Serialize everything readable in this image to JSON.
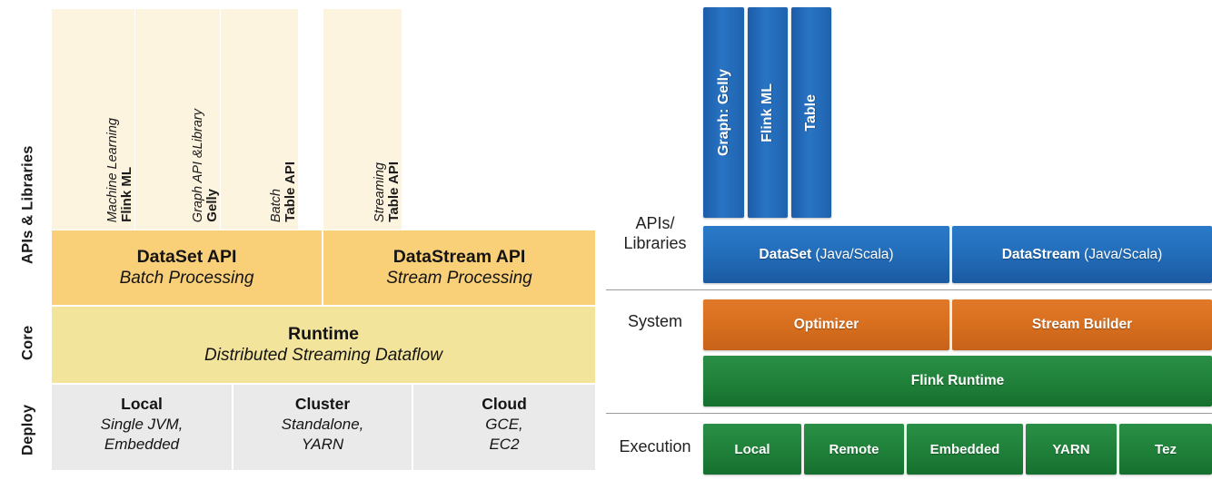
{
  "colors": {
    "lib_column_bg": "#FDF4E0",
    "api_orange": "#F9CF78",
    "runtime_yellow": "#F3E49C",
    "deploy_gray": "#EAEAEA",
    "blue": "#2470BD",
    "orange": "#D9701F",
    "green": "#21833B",
    "separator": "#9A9A9A"
  },
  "left_diagram": {
    "row_labels": {
      "apis": "APIs & Libraries",
      "core": "Core",
      "deploy": "Deploy"
    },
    "library_columns": [
      {
        "title": "Flink ML",
        "subtitle": "Machine Learning"
      },
      {
        "title": "Gelly",
        "subtitle": "Graph API &Library"
      },
      {
        "title": "Table API",
        "subtitle": "Batch"
      },
      {
        "title": "Table API",
        "subtitle": "Streaming"
      }
    ],
    "api_blocks": [
      {
        "title": "DataSet API",
        "subtitle": "Batch Processing"
      },
      {
        "title": "DataStream API",
        "subtitle": "Stream Processing"
      }
    ],
    "runtime": {
      "title": "Runtime",
      "subtitle": "Distributed Streaming Dataflow"
    },
    "deploy_blocks": [
      {
        "title": "Local",
        "subtitle": "Single JVM,\nEmbedded"
      },
      {
        "title": "Cluster",
        "subtitle": "Standalone,\nYARN"
      },
      {
        "title": "Cloud",
        "subtitle": "GCE,\nEC2"
      }
    ]
  },
  "right_diagram": {
    "row_labels": {
      "apis": "APIs/\nLibraries",
      "system": "System",
      "execution": "Execution"
    },
    "library_bars": [
      {
        "label": "Graph: Gelly"
      },
      {
        "label": "Flink ML"
      },
      {
        "label": "Table"
      }
    ],
    "api_bars": [
      {
        "bold": "DataSet",
        "normal": " (Java/Scala)"
      },
      {
        "bold": "DataStream",
        "normal": " (Java/Scala)"
      }
    ],
    "system_bars": [
      {
        "label": "Optimizer"
      },
      {
        "label": "Stream Builder"
      }
    ],
    "runtime_bar": {
      "label": "Flink Runtime"
    },
    "execution_bars": [
      {
        "label": "Local"
      },
      {
        "label": "Remote"
      },
      {
        "label": "Embedded"
      },
      {
        "label": "YARN"
      },
      {
        "label": "Tez"
      }
    ]
  }
}
